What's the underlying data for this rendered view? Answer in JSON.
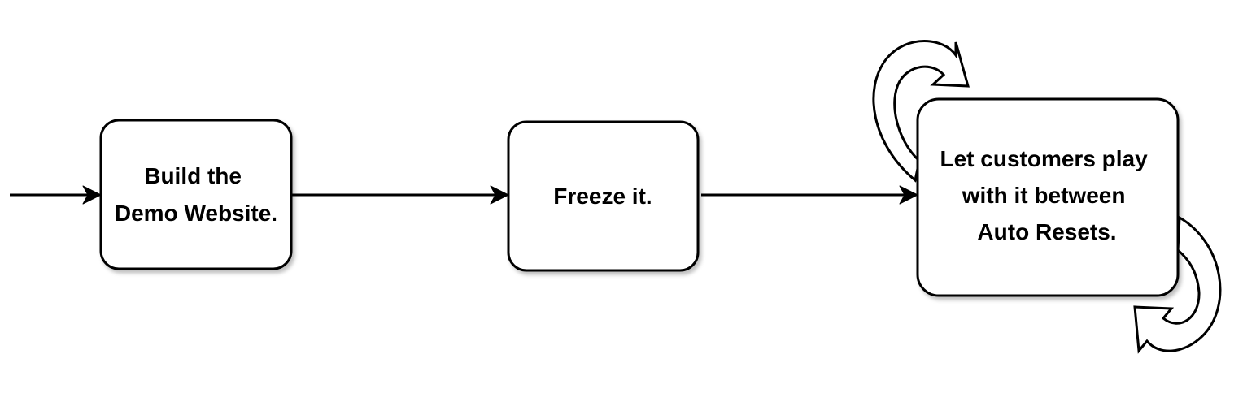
{
  "steps": [
    {
      "lines": [
        "Build the",
        "Demo Website."
      ]
    },
    {
      "lines": [
        "Freeze it."
      ]
    },
    {
      "lines": [
        "Let customers play",
        "with it between",
        "Auto Resets."
      ]
    }
  ],
  "colors": {
    "stroke": "#000000",
    "box_fill": "#ffffff",
    "background": "#ffffff"
  },
  "icons": {
    "loop_top": "curved-loop-arrow-icon",
    "loop_bottom": "curved-loop-arrow-icon"
  }
}
